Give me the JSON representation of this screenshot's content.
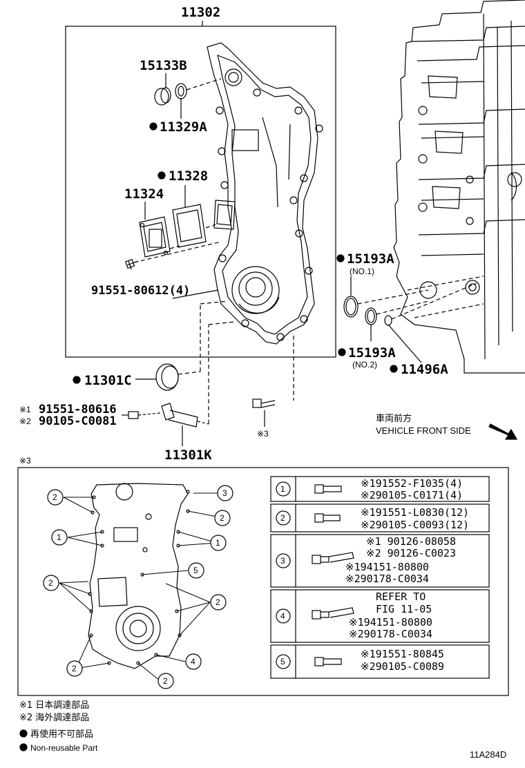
{
  "labels": {
    "cover_assy": "11302",
    "plug": "15133B",
    "plug_gasket": "11329A",
    "gasket_11328": "11328",
    "cover_11324": "11324",
    "bolt_91551": "91551-80612(4)",
    "ring_15193a_1": "15193A",
    "no1": "(NO.1)",
    "ring_15193a_2": "15193A",
    "no2": "(NO.2)",
    "ring_11496a": "11496A",
    "seal_11301c": "11301C",
    "s1_bolt": "91551-80616",
    "s2_bolt": "90105-C0081",
    "sensor_11301k": "11301K",
    "ref_s3": "※3",
    "front_jp": "車両前方",
    "front_en": "VEHICLE FRONT SIDE"
  },
  "marks": {
    "s1": "※1",
    "s2": "※2",
    "s3": "※3"
  },
  "detail": {
    "title": "※3",
    "callouts": [
      "1",
      "2",
      "3",
      "4",
      "5"
    ]
  },
  "table": [
    {
      "num": "1",
      "lines": [
        "※191552-F1035(4)",
        "※290105-C0171(4)"
      ]
    },
    {
      "num": "2",
      "lines": [
        "※191551-L0830(12)",
        "※290105-C0093(12)"
      ]
    },
    {
      "num": "3",
      "lines": [
        "※1 90126-08058",
        "※2 90126-C0023",
        "※194151-80800",
        "※290178-C0034"
      ]
    },
    {
      "num": "4",
      "lines": [
        "REFER  TO",
        "FIG  11-05",
        "※194151-80800",
        "※290178-C0034"
      ]
    },
    {
      "num": "5",
      "lines": [
        "※191551-80845",
        "※290105-C0089"
      ]
    }
  ],
  "legend": {
    "s1_text": "※1 日本調達部品",
    "s2_text": "※2 海外調達部品",
    "nr_jp": "再使用不可部品",
    "nr_en": "Non-reusable Part"
  },
  "figure_id": "11A284D"
}
